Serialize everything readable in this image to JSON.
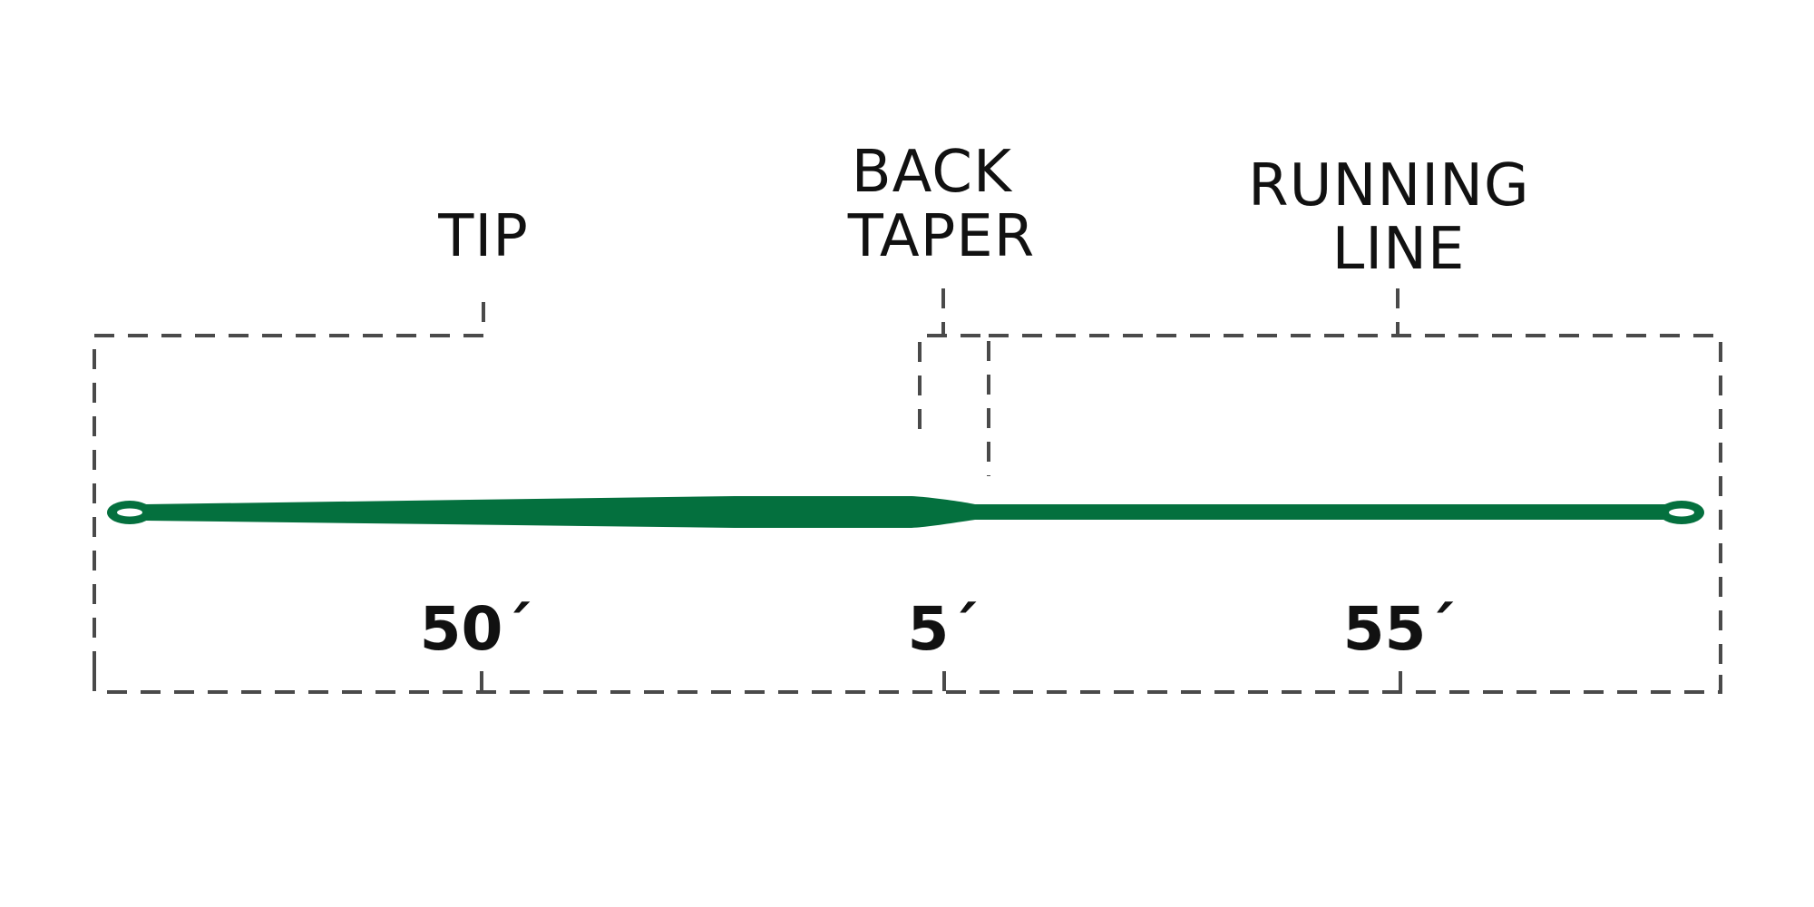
{
  "colors": {
    "line_green": "#04703e",
    "bracket_gray": "#4a4a4a",
    "text": "#111111"
  },
  "sections": [
    {
      "label_lines": [
        "TIP"
      ],
      "length": "50´"
    },
    {
      "label_lines": [
        "BACK",
        "TAPER"
      ],
      "length": "5´"
    },
    {
      "label_lines": [
        "RUNNING",
        "LINE"
      ],
      "length": "55´"
    }
  ]
}
